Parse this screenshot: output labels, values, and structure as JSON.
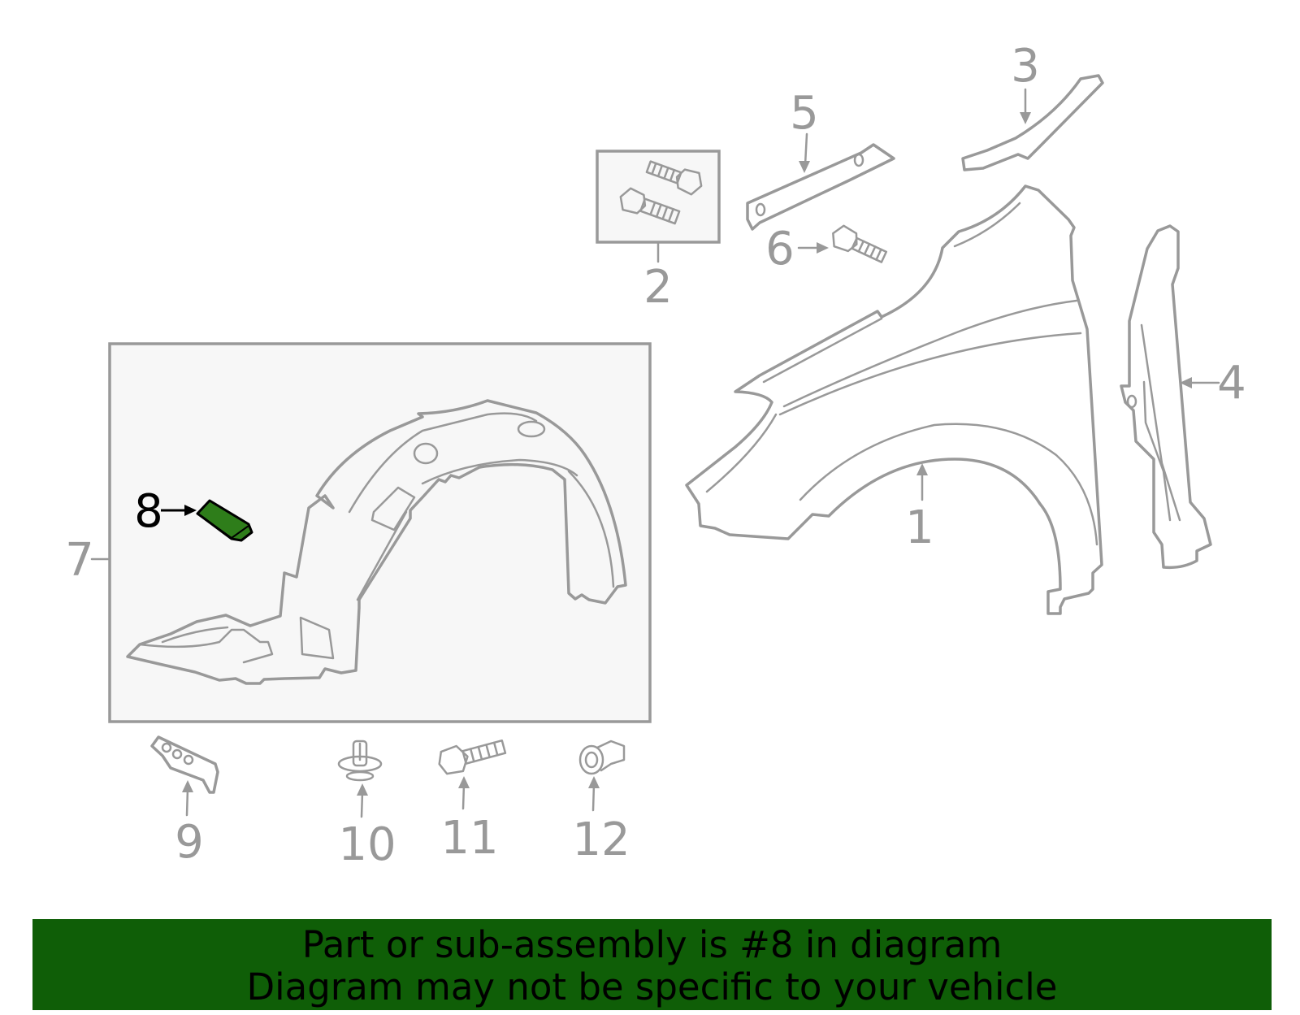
{
  "diagram": {
    "callouts": {
      "c1": "1",
      "c2": "2",
      "c3": "3",
      "c4": "4",
      "c5": "5",
      "c6": "6",
      "c7": "7",
      "c8": "8",
      "c9": "9",
      "c10": "10",
      "c11": "11",
      "c12": "12"
    },
    "highlighted_part": "8",
    "highlight_color": "#2e7d1a",
    "line_color": "#999999",
    "box_fill": "#f7f7f7"
  },
  "banner": {
    "line1": "Part or sub-assembly is #8 in diagram",
    "line2": "Diagram may not be specific to your vehicle",
    "background": "#0f5e07"
  }
}
